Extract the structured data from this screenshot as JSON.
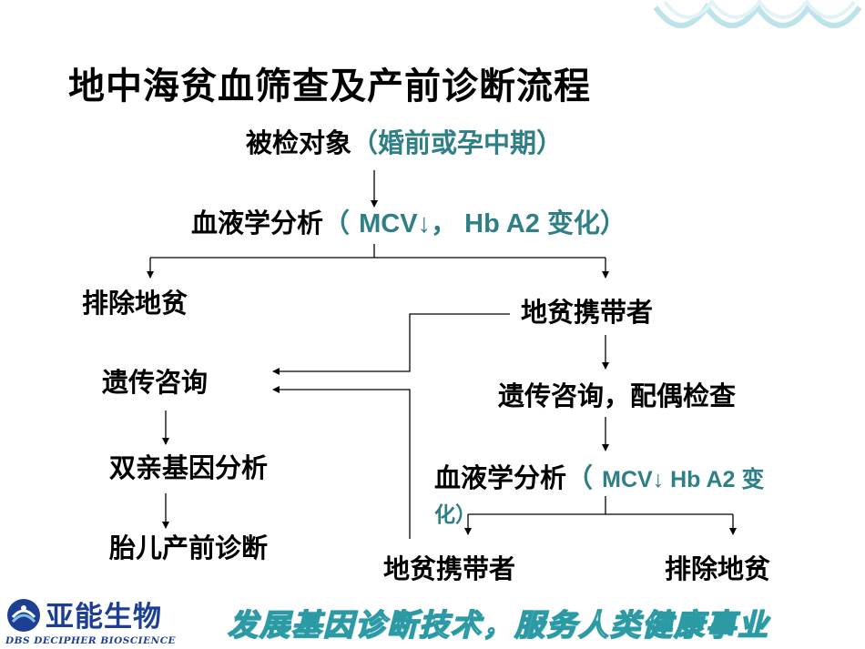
{
  "title": "地中海贫血筛查及产前诊断流程",
  "nodes": {
    "subject": "被检对象",
    "subject_note": "（婚前或孕中期）",
    "blood1": "血液学分析",
    "blood1_open": "（ ",
    "blood1_note": "MCV↓， Hb A2 变化",
    "blood1_close": "）",
    "exclude1": "排除地贫",
    "carrier1": "地贫携带者",
    "counsel_left": "遗传咨询",
    "counsel_right": "遗传咨询，配偶检查",
    "gene": "双亲基因分析",
    "prenatal": "胎儿产前诊断",
    "blood2": "血液学分析",
    "blood2_open": "（ ",
    "blood2_note": "MCV↓ Hb A2 变",
    "blood2_line2": "化）",
    "carrier2": "地贫携带者",
    "exclude2": "排除地贫"
  },
  "footer": {
    "logo_mark": "DBS",
    "logo_name": "亚能生物",
    "logo_sub": "DECIPHER BIOSCIENCE",
    "slogan": "发展基因诊断技术，服务人类健康事业"
  },
  "colors": {
    "note": "#2e7f86",
    "brand": "#1c3f94",
    "slogan_outline": "#2c9aa5",
    "wave": "#bfe3ea"
  }
}
